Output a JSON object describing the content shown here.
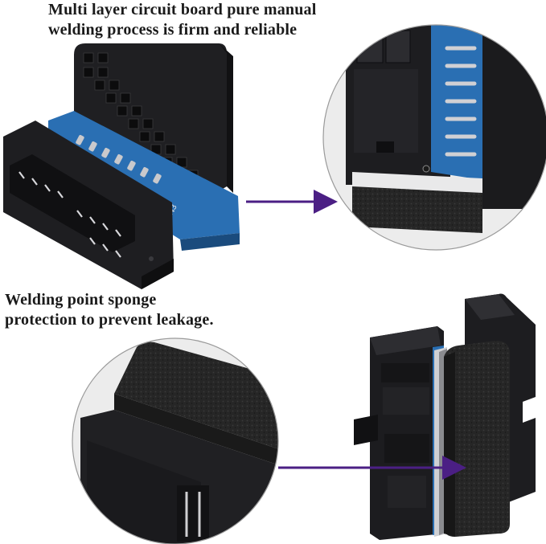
{
  "captions": {
    "top": {
      "line1": "Multi layer circuit board pure manual",
      "line2": "welding process is firm and reliable"
    },
    "middle": {
      "line1": "Welding point sponge",
      "line2": "protection to prevent leakage."
    }
  },
  "colors": {
    "arrow": "#4b1f84",
    "connector": "#1c1c1e",
    "pcb": "#2a6fb3",
    "sponge": "#222222",
    "circle_border": "#9a9a9a"
  },
  "pcb_marking": "N3"
}
